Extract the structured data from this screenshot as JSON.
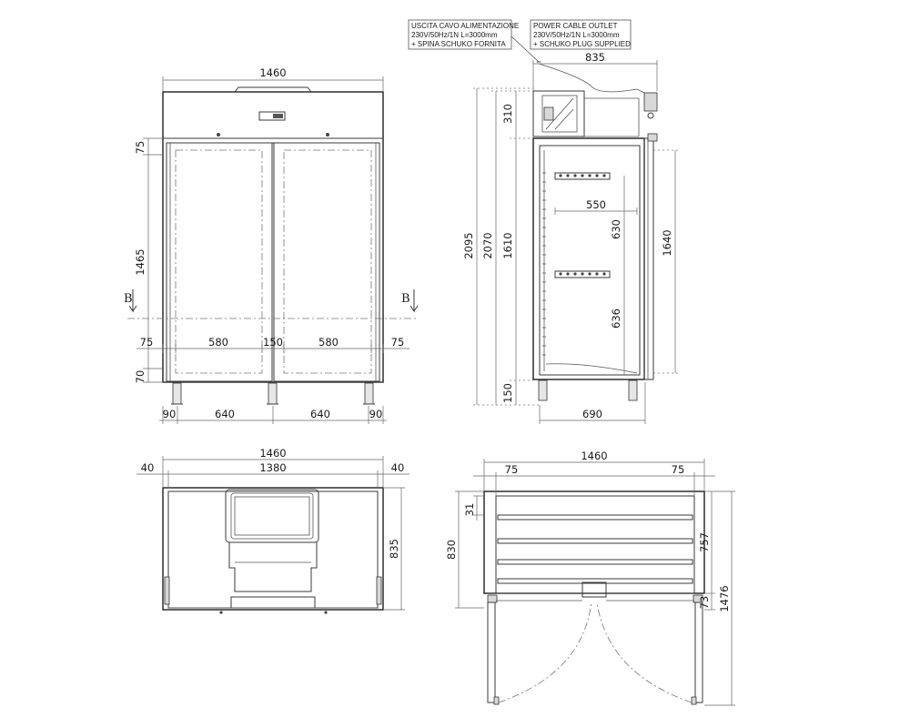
{
  "front_view": {
    "overall_width": "1460",
    "heights": {
      "top_band": "75",
      "cabinet": "1465",
      "bottom_band": "70"
    },
    "horizontal": {
      "side_left": "75",
      "door_left": "580",
      "middle": "150",
      "door_right": "580",
      "side_right": "75"
    },
    "feet": {
      "left_edge": "90",
      "span_left": "640",
      "span_right": "640",
      "right_edge": "90"
    },
    "section_marker": "B"
  },
  "side_view": {
    "depth": "835",
    "heights": {
      "overall": "2095",
      "cabinet": "2070",
      "interior": "1610",
      "top_unit": "310",
      "feet": "150",
      "door": "1640"
    },
    "shelf_width": "550",
    "shelf_spacing_upper": "630",
    "shelf_spacing_lower": "636",
    "base_depth": "690"
  },
  "notes": {
    "italian": [
      "USCITA CAVO ALIMENTAZIONE",
      "230V/50Hz/1N L=3000mm",
      "+ SPINA SCHUKO FORNITA"
    ],
    "english": [
      "POWER CABLE OUTLET",
      "230V/50Hz/1N L=3000mm",
      "+ SCHUKO PLUG SUPPLIED"
    ]
  },
  "top_view": {
    "overall_width": "1460",
    "inner_width": "1380",
    "side_left": "40",
    "side_right": "40",
    "depth": "835"
  },
  "plan_view": {
    "overall_width": "1460",
    "side_left": "75",
    "side_right": "75",
    "top_offset": "31",
    "depth": "830",
    "inner_depth": "757",
    "door_gap": "73",
    "overall_depth_doors_open": "1476"
  }
}
